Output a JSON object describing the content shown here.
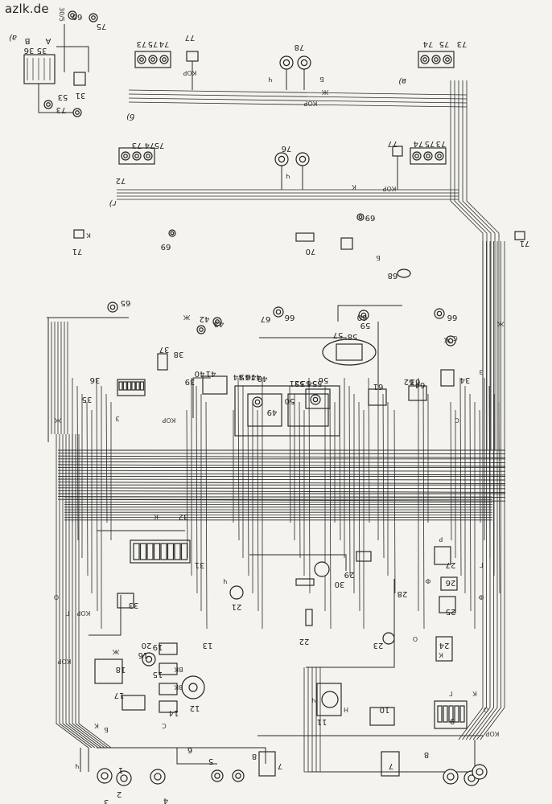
{
  "watermark": "azlk.de",
  "diagram": {
    "inset_labels": [
      "а)",
      "б)",
      "в)",
      "г)"
    ],
    "component_numbers": [
      "1",
      "2",
      "3",
      "4",
      "5",
      "6",
      "7",
      "8",
      "9",
      "10",
      "11",
      "12",
      "13",
      "14",
      "15",
      "16",
      "17",
      "18",
      "19",
      "20",
      "21",
      "22",
      "23",
      "24",
      "25",
      "26",
      "27",
      "28",
      "29",
      "30",
      "31",
      "32",
      "33",
      "34",
      "35",
      "36",
      "37",
      "38",
      "39",
      "40",
      "41",
      "42",
      "43",
      "44",
      "45",
      "46",
      "47",
      "48",
      "49",
      "50",
      "51",
      "52",
      "53",
      "54",
      "55",
      "56",
      "57",
      "58",
      "59",
      "60",
      "61",
      "62",
      "63",
      "64",
      "65",
      "66",
      "67",
      "68",
      "69",
      "70",
      "71",
      "72",
      "73",
      "74",
      "75",
      "76",
      "77",
      "78"
    ],
    "wire_color_codes": [
      "Ж",
      "З",
      "К",
      "КОР",
      "Ч",
      "Б",
      "С",
      "Г",
      "О",
      "Ф",
      "Р",
      "Н"
    ],
    "fuse_block_label": "ВК",
    "inset_a_text": [
      "В",
      "А",
      "30/5",
      "60",
      "75",
      "36",
      "35",
      "31",
      "53",
      "73"
    ]
  }
}
